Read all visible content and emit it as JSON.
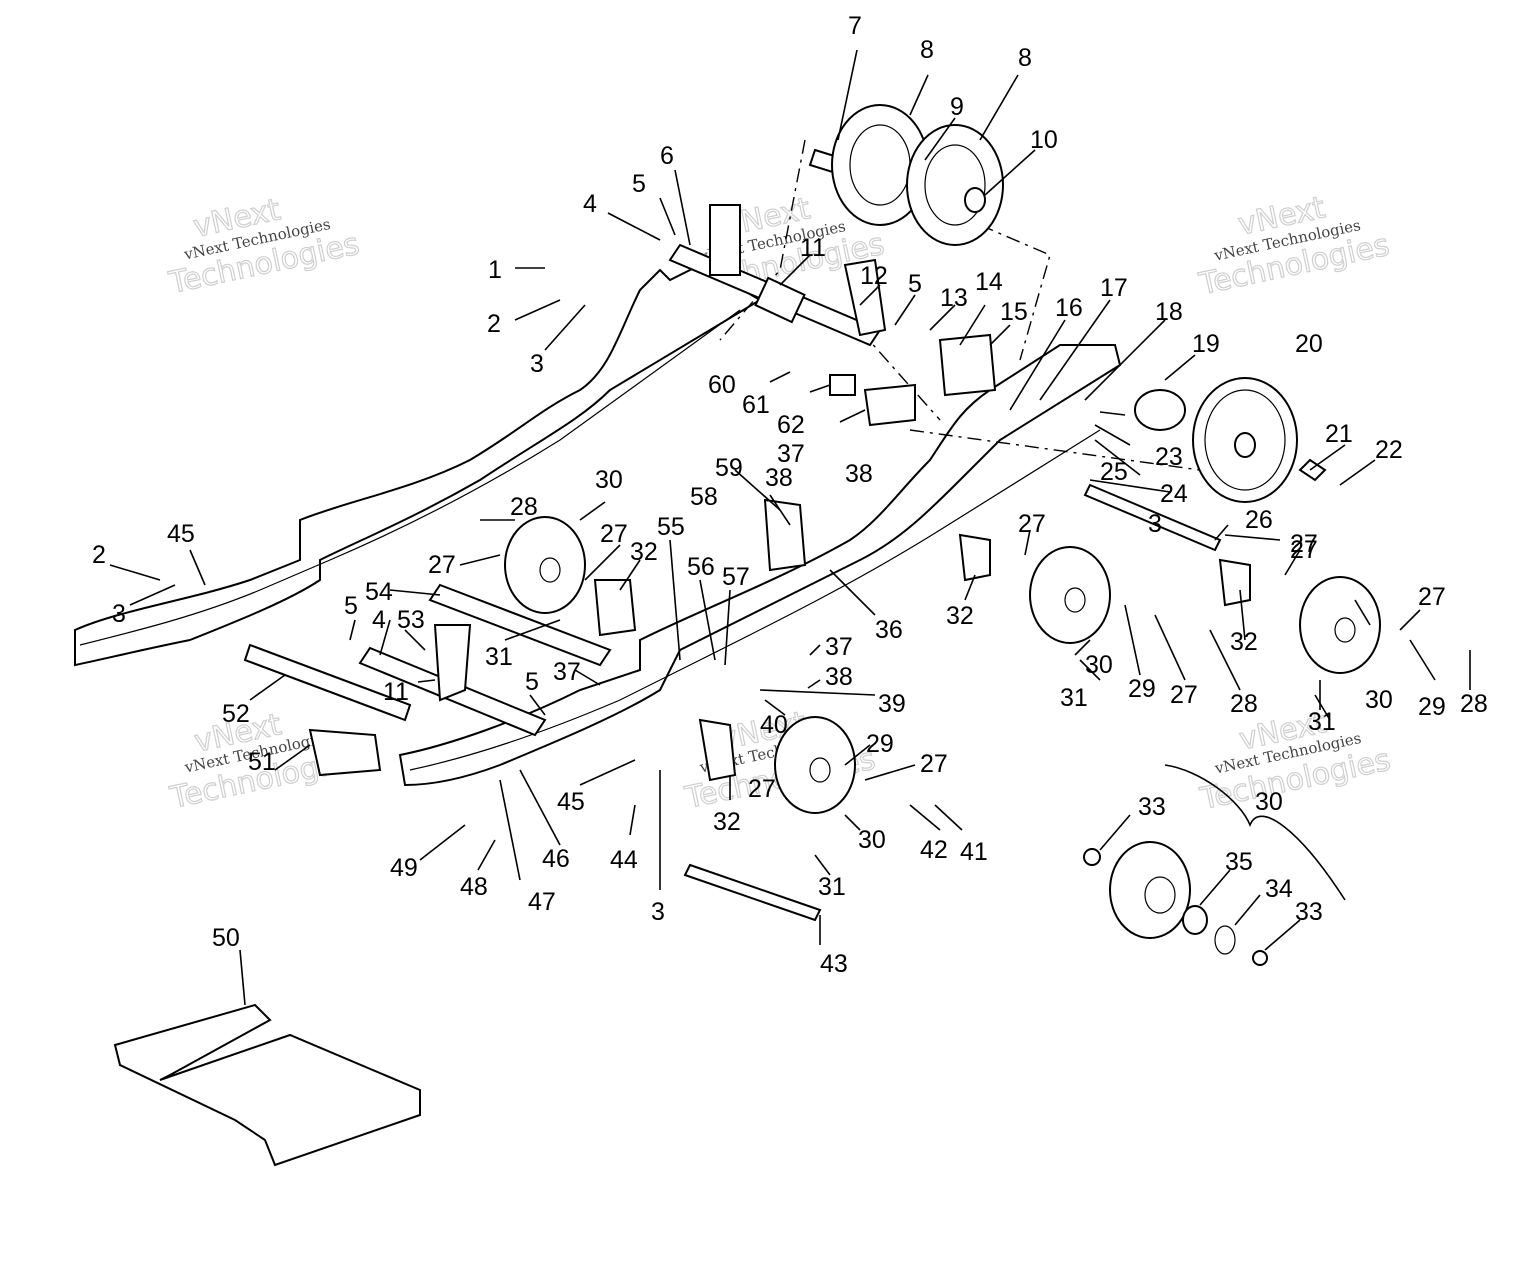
{
  "watermark": {
    "line_small": "vNext Technologies",
    "line_big_1": "vNext",
    "line_big_2": "Technologies"
  },
  "callouts": [
    "1",
    "2",
    "3",
    "4",
    "5",
    "6",
    "7",
    "8",
    "9",
    "10",
    "11",
    "12",
    "13",
    "14",
    "15",
    "16",
    "17",
    "18",
    "19",
    "20",
    "21",
    "22",
    "23",
    "24",
    "25",
    "26",
    "27",
    "28",
    "29",
    "30",
    "31",
    "32",
    "33",
    "34",
    "35",
    "36",
    "37",
    "38",
    "39",
    "40",
    "41",
    "42",
    "43",
    "44",
    "45",
    "46",
    "47",
    "48",
    "49",
    "50",
    "51",
    "52",
    "53",
    "54",
    "55",
    "56",
    "57",
    "58",
    "59",
    "60",
    "61",
    "62"
  ]
}
